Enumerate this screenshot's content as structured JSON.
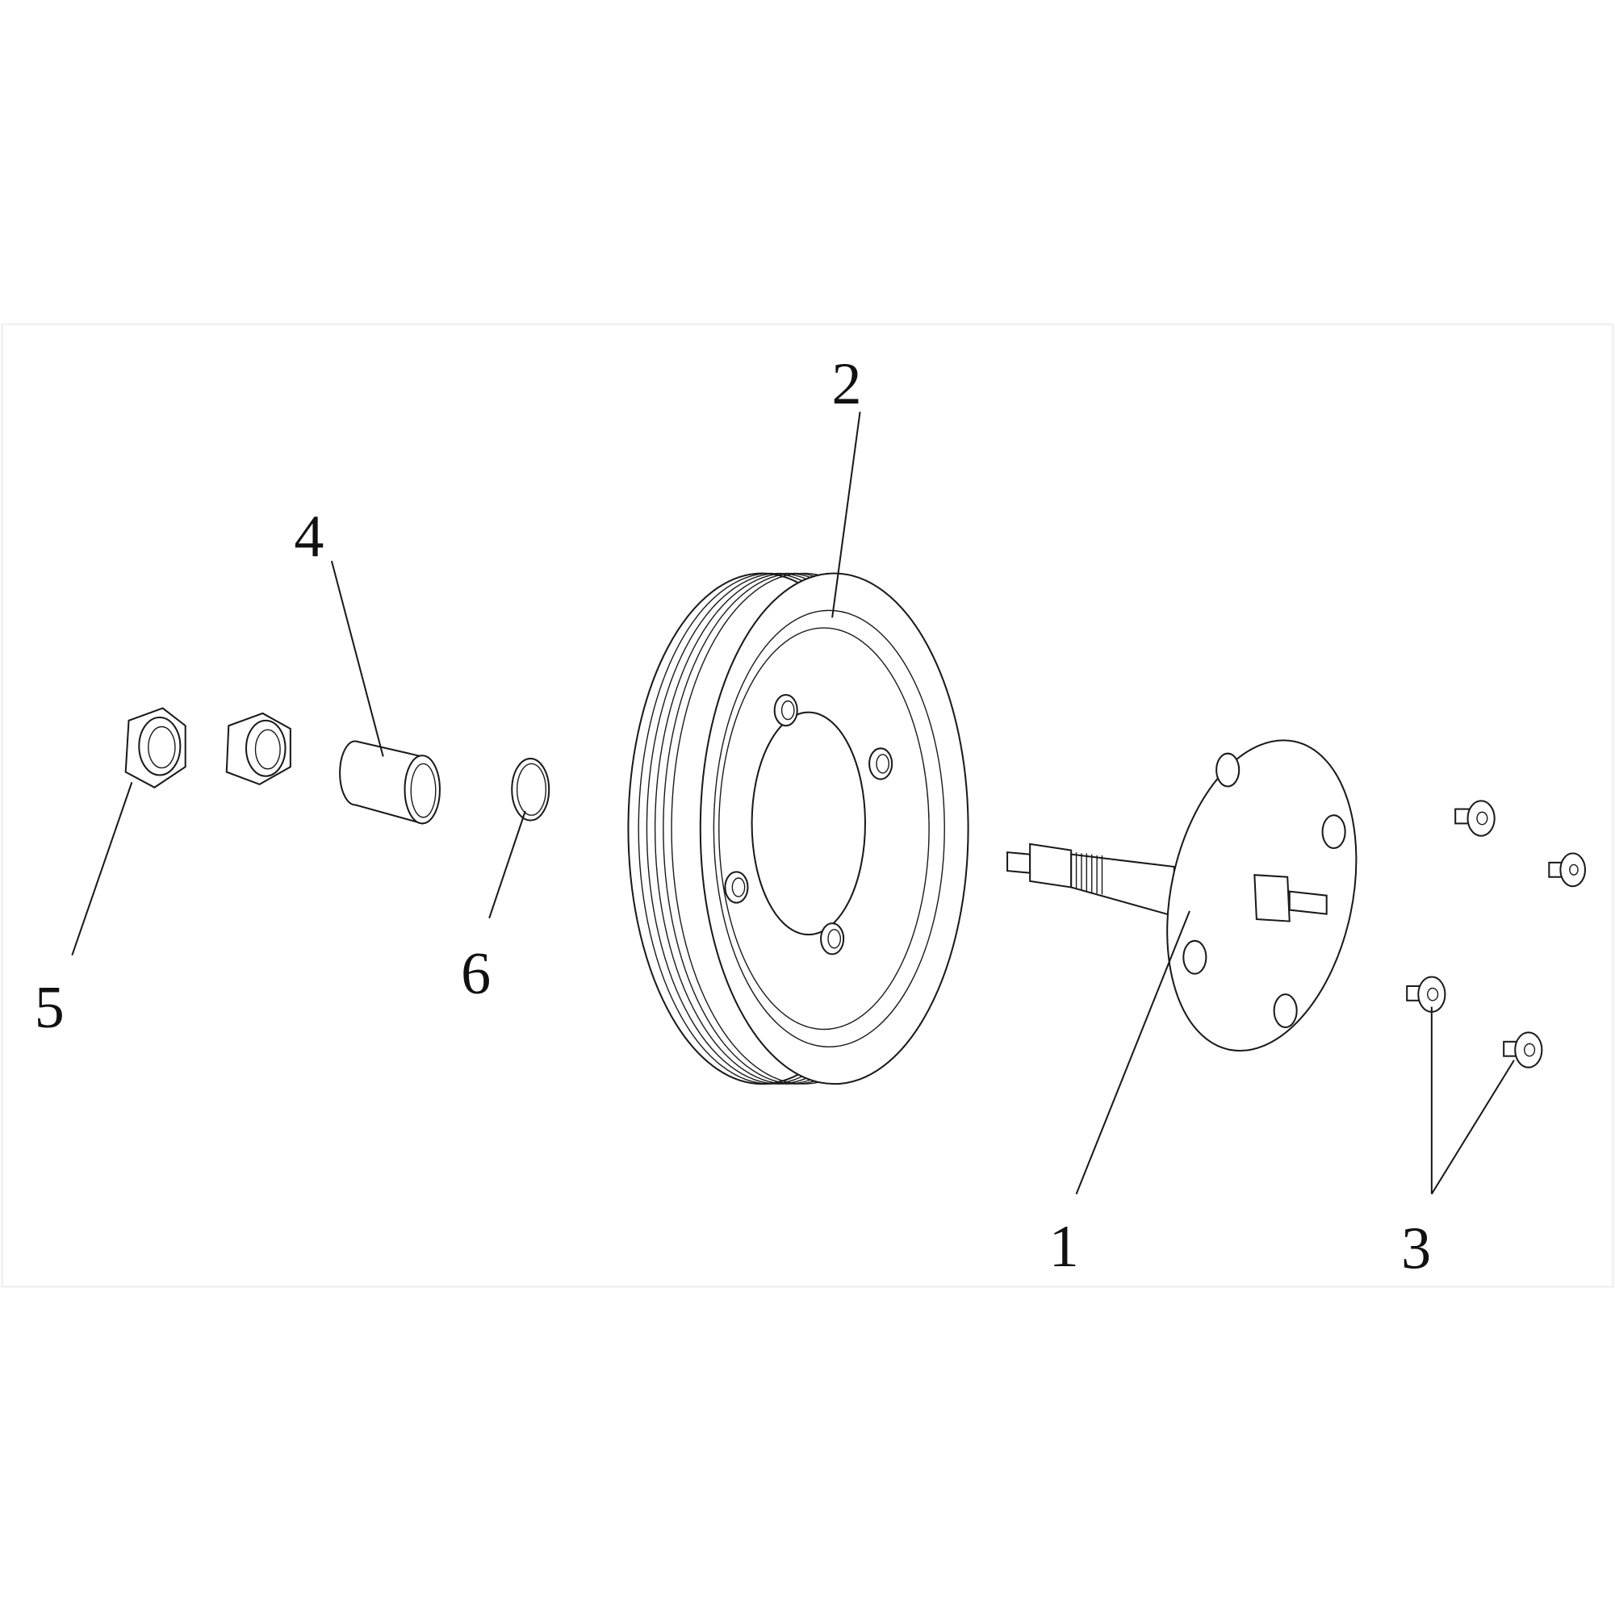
{
  "diagram": {
    "type": "exploded parts view",
    "callouts": {
      "shaft_flange": "1",
      "pulley": "2",
      "screws": "3",
      "bushing": "4",
      "nuts": "5",
      "snap_ring": "6"
    }
  }
}
